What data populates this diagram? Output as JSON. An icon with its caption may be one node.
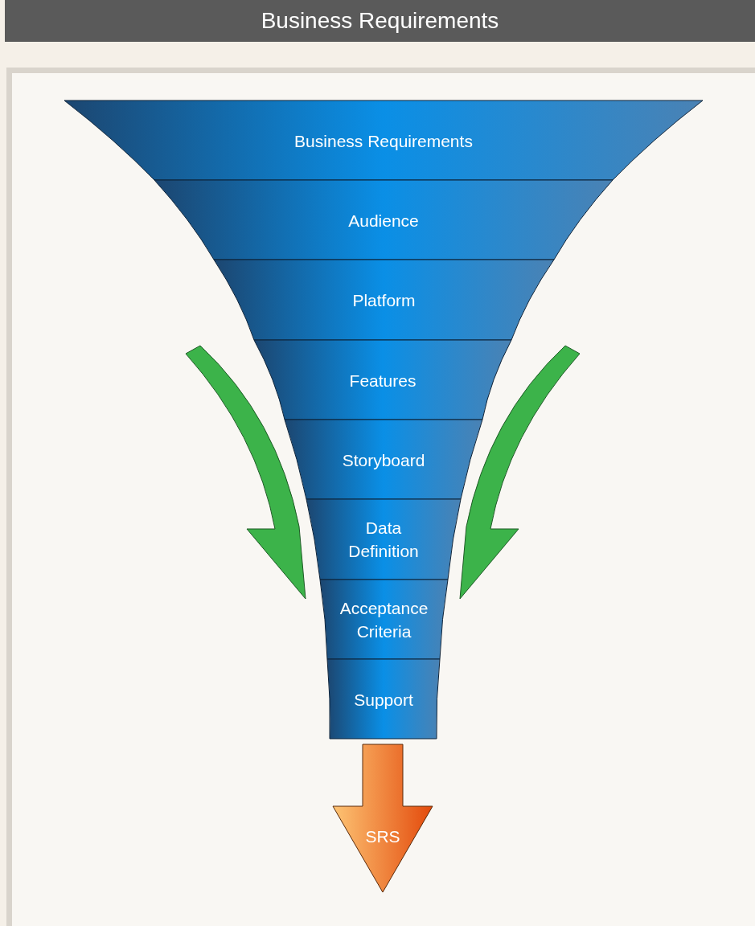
{
  "diagram": {
    "title": "Business Requirements",
    "nodes": [
      {
        "text": [
          "Business Requirements"
        ]
      },
      {
        "text": [
          "Audience"
        ]
      },
      {
        "text": [
          "Platform"
        ]
      },
      {
        "text": [
          "Features"
        ]
      },
      {
        "text": [
          "Storyboard"
        ]
      },
      {
        "text": [
          "Data Definition"
        ]
      },
      {
        "text": [
          "Acceptance Criteria"
        ]
      },
      {
        "text": [
          "Support"
        ]
      },
      {
        "text": [
          "SRS"
        ]
      }
    ],
    "edges": []
  }
}
